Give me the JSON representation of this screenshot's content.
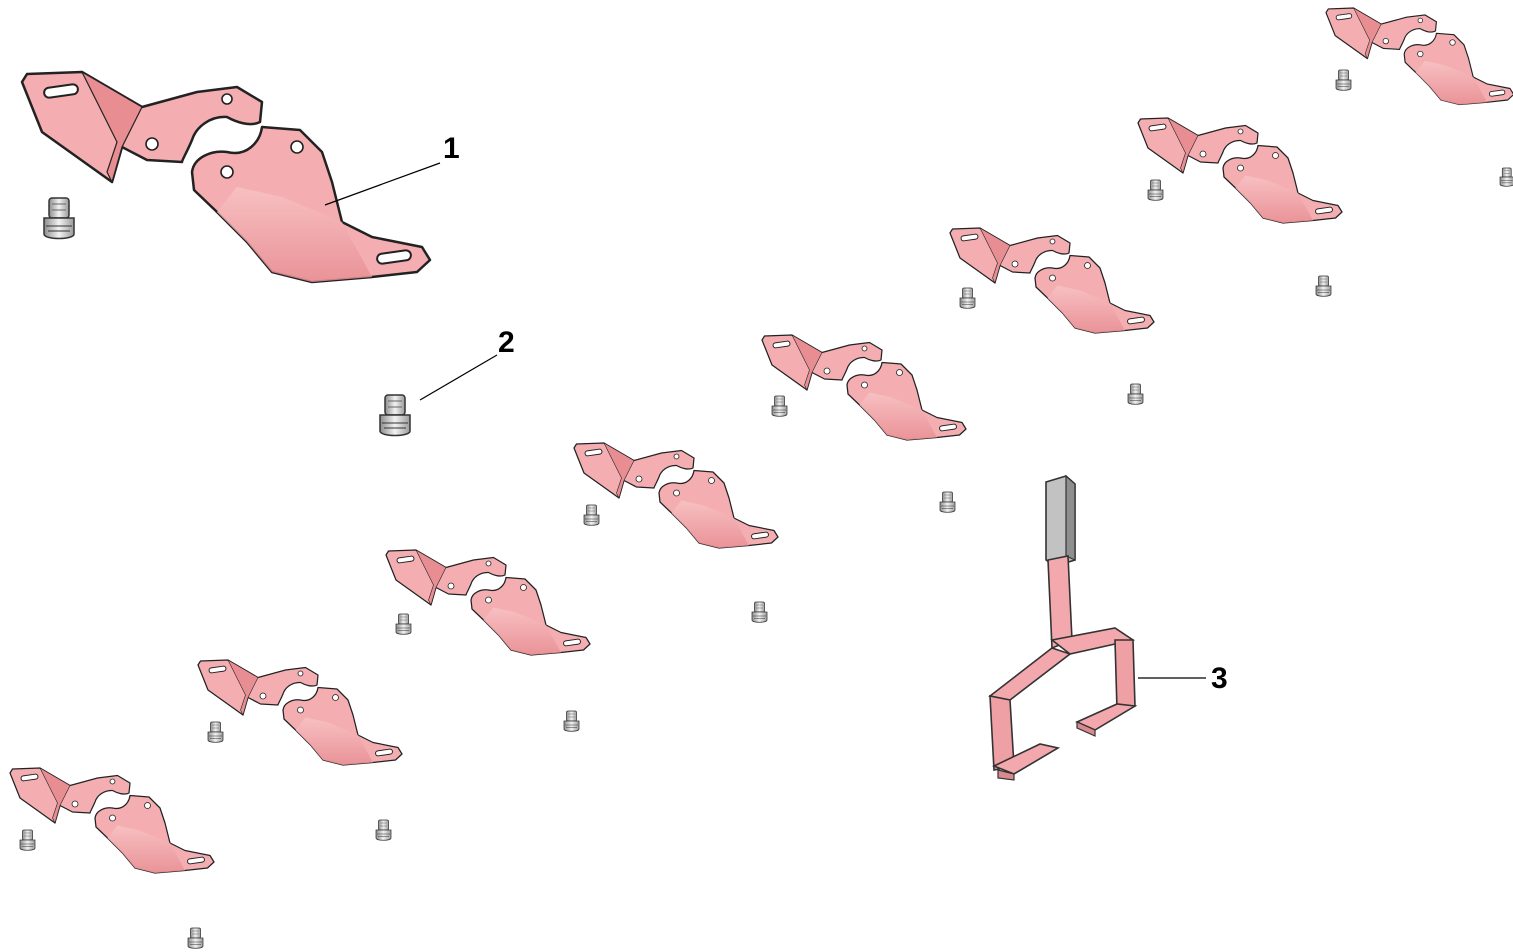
{
  "diagram": {
    "callouts": [
      {
        "id": "callout-1",
        "number": "1"
      },
      {
        "id": "callout-2",
        "number": "2"
      },
      {
        "id": "callout-3",
        "number": "3"
      }
    ],
    "colors": {
      "plate_fill": "#f4aeb1",
      "plate_shade": "#e88e93",
      "plate_outline": "#222222",
      "bolt_fill": "#e6e6e6",
      "bolt_shade": "#9a9a9a",
      "tool_fill": "#f2a8ac",
      "tool_handle": "#b9b9b9",
      "background": "#ffffff"
    }
  }
}
